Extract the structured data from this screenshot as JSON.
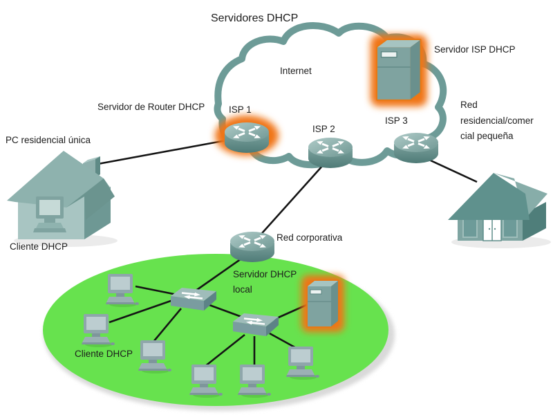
{
  "title": "Servidores DHCP",
  "cloud": {
    "label": "Internet"
  },
  "nodes": {
    "isp_server": {
      "label": "Servidor ISP DHCP"
    },
    "router_dhcp_server": {
      "label": "Servidor de Router DHCP"
    },
    "isp1": {
      "label": "ISP 1"
    },
    "isp2": {
      "label": "ISP 2"
    },
    "isp3": {
      "label": "ISP 3"
    },
    "residential_pc": {
      "label": "PC residencial única"
    },
    "residential_client": {
      "label": "Cliente DHCP"
    },
    "small_network": {
      "lines": [
        "Red",
        "residencial/comer",
        "cial pequeña"
      ]
    },
    "corporate_network": {
      "label": "Red corporativa"
    },
    "local_dhcp_server": {
      "lines": [
        "Servidor DHCP",
        "local"
      ]
    },
    "lan_client": {
      "label": "Cliente DHCP"
    }
  },
  "colors": {
    "cloud_stroke": "#6D9B97",
    "device_teal": "#7FA3A0",
    "highlight_orange": "#E87914",
    "lan_green": "#67E24E",
    "link_line": "#141414"
  }
}
